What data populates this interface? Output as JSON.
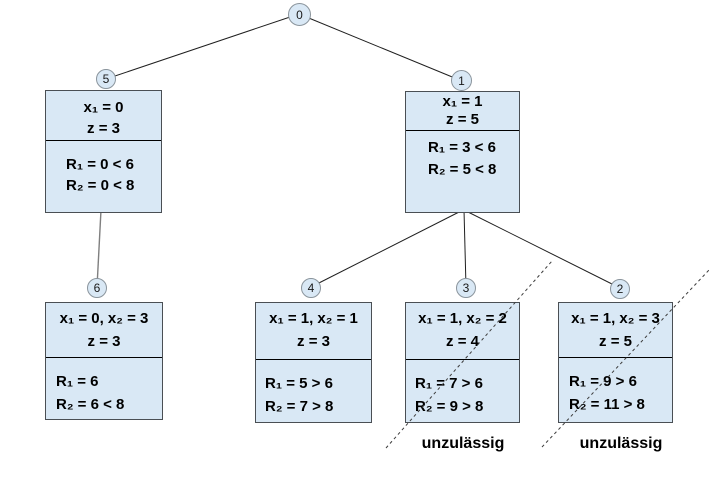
{
  "nodes": [
    {
      "id": "0"
    },
    {
      "id": "5",
      "box": {
        "top": [
          "x₁ = 0",
          "z = 3"
        ],
        "bottom": [
          "R₁ = 0 < 6",
          "R₂ = 0 < 8"
        ]
      }
    },
    {
      "id": "1",
      "box": {
        "top": [
          "x₁ = 1",
          "z = 5"
        ],
        "bottom": [
          "R₁ = 3 < 6",
          "R₂ = 5 < 8"
        ]
      }
    },
    {
      "id": "6",
      "box": {
        "top": [
          "x₁ = 0, x₂ = 3",
          "z = 3"
        ],
        "bottom": [
          "R₁ = 6",
          "R₂ = 6 < 8"
        ]
      }
    },
    {
      "id": "4",
      "box": {
        "top": [
          "x₁ = 1, x₂ = 1",
          "z = 3"
        ],
        "bottom": [
          "R₁ = 5 > 6",
          "R₂ = 7 > 8"
        ]
      }
    },
    {
      "id": "3",
      "box": {
        "top": [
          "x₁ = 1, x₂ = 2",
          "z = 4"
        ],
        "bottom": [
          "R₁ = 7 > 6",
          "R₂ = 9 > 8"
        ]
      },
      "crossed_out": true,
      "status_label": "unzulässig"
    },
    {
      "id": "2",
      "box": {
        "top": [
          "x₁ = 1, x₂ = 3",
          "z = 5"
        ],
        "bottom": [
          "R₁ = 9 > 6",
          "R₂ = 11 > 8"
        ]
      },
      "crossed_out": true,
      "status_label": "unzulässig"
    }
  ],
  "edges": [
    {
      "from": "0",
      "to": "5"
    },
    {
      "from": "0",
      "to": "1"
    },
    {
      "from": "5",
      "to": "6"
    },
    {
      "from": "1",
      "to": "4"
    },
    {
      "from": "1",
      "to": "3"
    },
    {
      "from": "1",
      "to": "2"
    }
  ],
  "colors": {
    "background": "#ffffff",
    "box_fill": "#d9e8f5",
    "box_border": "#4a4f54",
    "circle_fill": "#d9e8f5",
    "circle_border": "#8a949c",
    "edge": "#1f1f1f",
    "edge_gray": "#7f7f7f",
    "strike_dash": "#3c3c3c",
    "text": "#000000"
  }
}
